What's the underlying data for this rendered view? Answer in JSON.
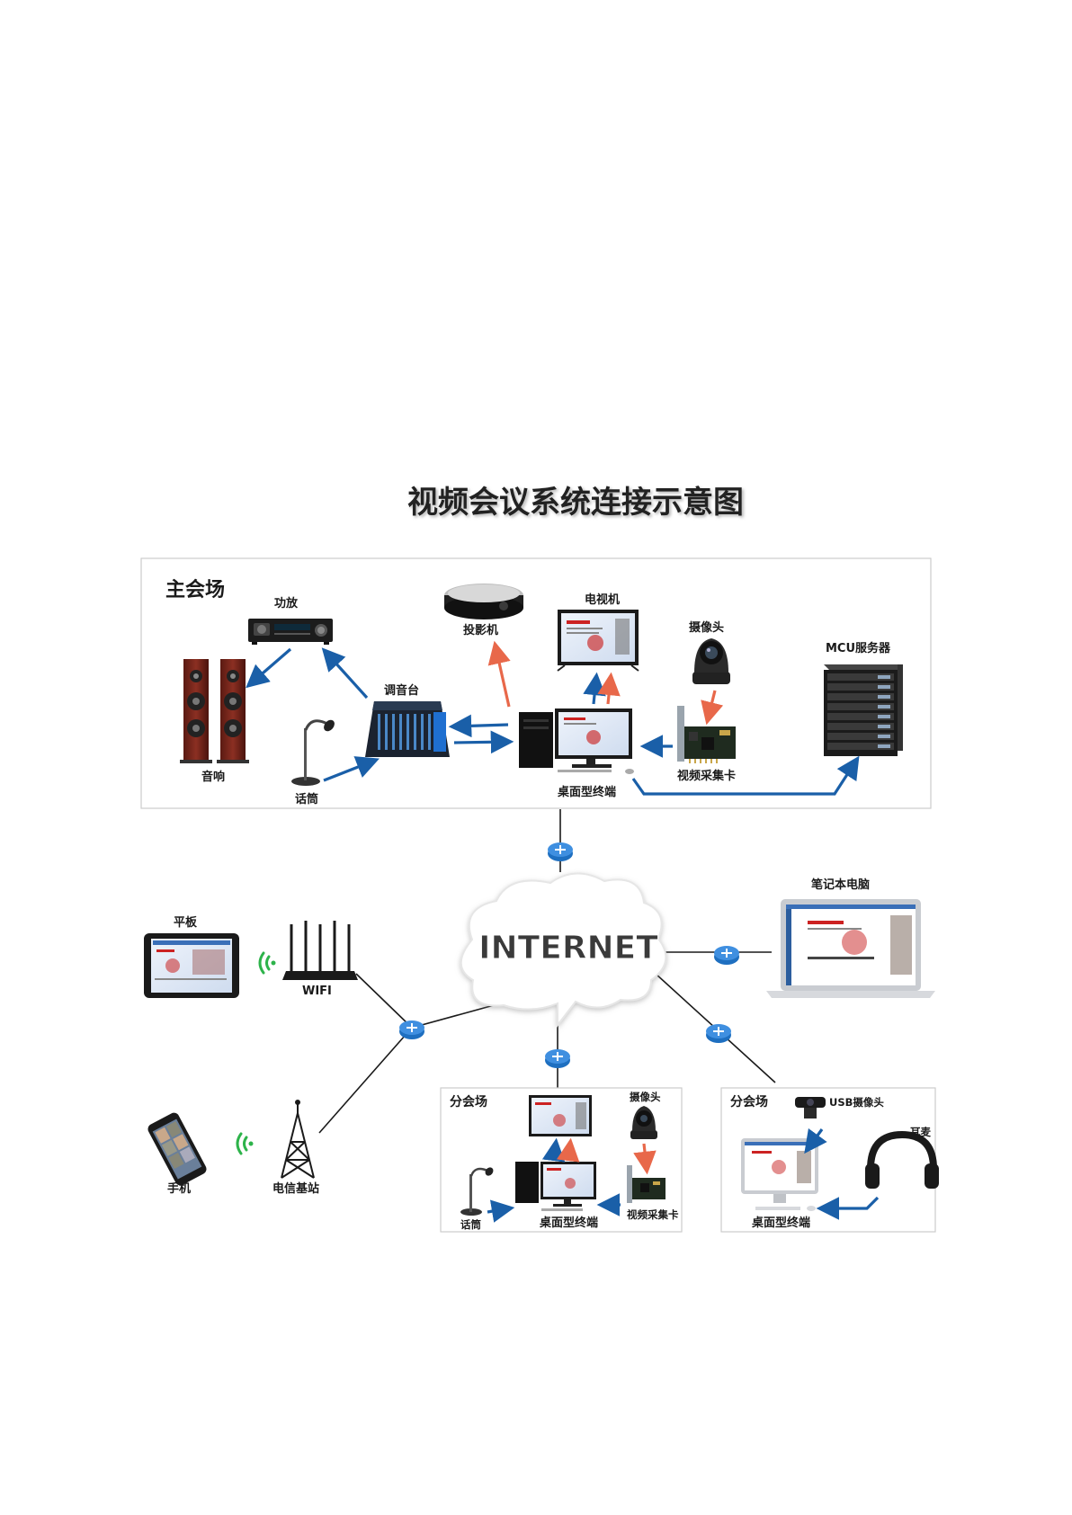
{
  "title": "视频会议系统连接示意图",
  "colors": {
    "link_blue": "#1a5fa8",
    "link_red": "#e8684a",
    "node_blue": "#1e6fc0",
    "wifi_green": "#2db34a",
    "panel_border": "#cccccc"
  },
  "main_venue": {
    "title": "主会场",
    "amplifier": "功放",
    "speakers": "音响",
    "mixer": "调音台",
    "microphone": "话筒",
    "projector": "投影机",
    "tv": "电视机",
    "camera": "摄像头",
    "capture_card": "视频采集卡",
    "desktop": "桌面型终端",
    "mcu": "MCU服务器"
  },
  "network": {
    "internet": "INTERNET",
    "tablet": "平板",
    "wifi": "WIFI",
    "phone": "手机",
    "base_station": "电信基站",
    "laptop": "笔记本电脑"
  },
  "branch_a": {
    "title": "分会场",
    "camera": "摄像头",
    "microphone": "话筒",
    "desktop": "桌面型终端",
    "capture_card": "视频采集卡"
  },
  "branch_b": {
    "title": "分会场",
    "usb_camera": "USB摄像头",
    "headphones": "耳麦",
    "desktop": "桌面型终端"
  }
}
